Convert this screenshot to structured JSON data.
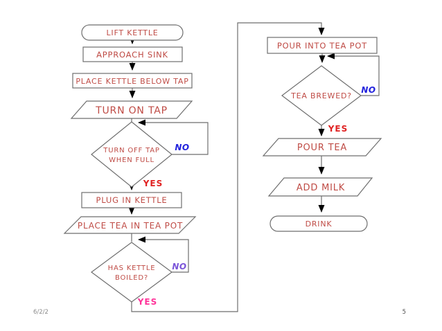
{
  "footer": {
    "date": "6/2/2",
    "page": "5"
  },
  "colors": {
    "background": "#ffffff",
    "shape_fill": "#ffffff",
    "shape_outline": "#6e6e6e",
    "connector_line": "#6e6e6e",
    "arrowhead": "#000000",
    "shape_text": "#bf4b45",
    "yes_red": "#e02222",
    "yes_pink": "#ff3399",
    "no_blue": "#2323dd",
    "no_purple": "#7b55d9",
    "footer_text": "#8a8a8a",
    "page_number": "#4d4d4d"
  },
  "flowchart": {
    "nodes": {
      "lift_kettle": "LIFT KETTLE",
      "approach_sink": "APPROACH SINK",
      "place_kettle_below_tap": "PLACE KETTLE BELOW TAP",
      "turn_on_tap": "TURN ON TAP",
      "turn_off_tap_line1": "TURN OFF TAP",
      "turn_off_tap_line2": "WHEN FULL",
      "plug_in_kettle": "PLUG IN KETTLE",
      "place_tea_in_tea_pot": "PLACE TEA IN TEA POT",
      "has_kettle_boiled_line1": "HAS KETTLE",
      "has_kettle_boiled_line2": "BOILED?",
      "pour_into_tea_pot": "POUR INTO TEA POT",
      "tea_brewed": "TEA BREWED?",
      "pour_tea": "POUR TEA",
      "add_milk": "ADD MILK",
      "drink": "DRINK"
    },
    "branch_labels": {
      "turn_off_tap_no": "NO",
      "turn_off_tap_yes": "YES",
      "has_kettle_boiled_no": "NO",
      "has_kettle_boiled_yes": "YES",
      "tea_brewed_no": "NO",
      "tea_brewed_yes": "YES"
    }
  }
}
